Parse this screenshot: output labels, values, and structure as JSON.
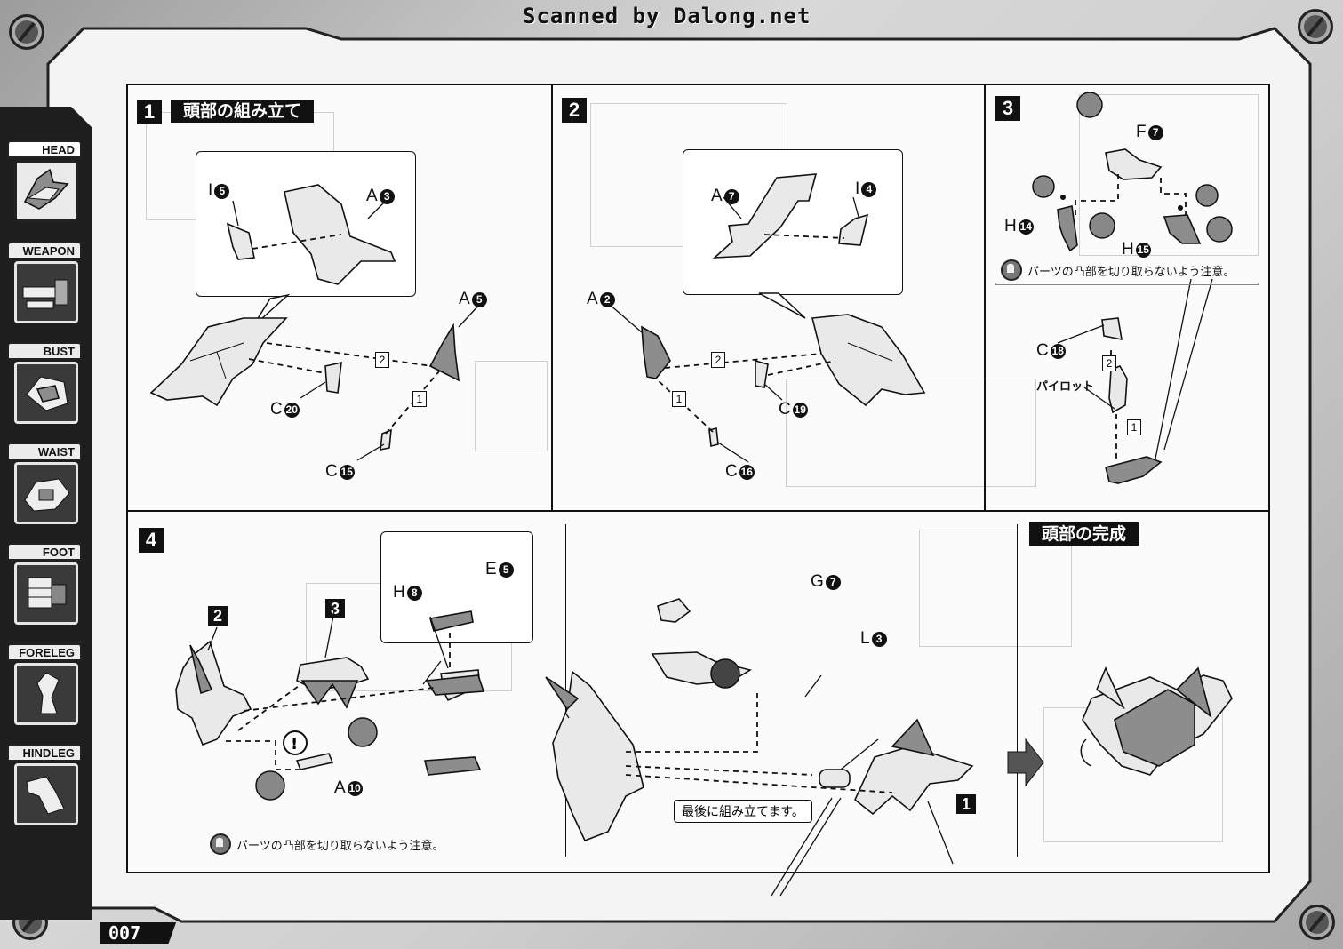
{
  "scan_credit": "Scanned by Dalong.net",
  "page_number": "007",
  "sidebar": {
    "tabs": [
      {
        "label": "HEAD",
        "icon": "head-icon",
        "active": true
      },
      {
        "label": "WEAPON",
        "icon": "weapon-icon",
        "active": false
      },
      {
        "label": "BUST",
        "icon": "bust-icon",
        "active": false
      },
      {
        "label": "WAIST",
        "icon": "waist-icon",
        "active": false
      },
      {
        "label": "FOOT",
        "icon": "foot-icon",
        "active": false
      },
      {
        "label": "FORELEG",
        "icon": "foreleg-icon",
        "active": false
      },
      {
        "label": "HINDLEG",
        "icon": "hindleg-icon",
        "active": false
      }
    ]
  },
  "steps": {
    "step1": {
      "number": "1",
      "title": "頭部の組み立て",
      "parts": [
        {
          "letter": "I",
          "num": "5"
        },
        {
          "letter": "A",
          "num": "3"
        },
        {
          "letter": "A",
          "num": "5"
        },
        {
          "letter": "C",
          "num": "20"
        },
        {
          "letter": "C",
          "num": "15"
        }
      ],
      "seq": [
        "2",
        "1"
      ]
    },
    "step2": {
      "number": "2",
      "parts": [
        {
          "letter": "A",
          "num": "7"
        },
        {
          "letter": "I",
          "num": "4"
        },
        {
          "letter": "A",
          "num": "2"
        },
        {
          "letter": "C",
          "num": "19"
        },
        {
          "letter": "C",
          "num": "16"
        }
      ],
      "seq": [
        "2",
        "1"
      ]
    },
    "step3": {
      "number": "3",
      "parts": [
        {
          "letter": "F",
          "num": "7"
        },
        {
          "letter": "H",
          "num": "14"
        },
        {
          "letter": "H",
          "num": "15"
        },
        {
          "letter": "C",
          "num": "18"
        }
      ],
      "note": "パーツの凸部を切り取らないよう注意。",
      "pilot_label": "パイロット",
      "seq": [
        "2",
        "1"
      ]
    },
    "step4": {
      "number": "4",
      "parts": [
        {
          "letter": "H",
          "num": "8"
        },
        {
          "letter": "E",
          "num": "5"
        },
        {
          "letter": "A",
          "num": "10"
        },
        {
          "letter": "G",
          "num": "7"
        },
        {
          "letter": "L",
          "num": "3"
        }
      ],
      "sub_refs": [
        "2",
        "3",
        "1"
      ],
      "note": "パーツの凸部を切り取らないよう注意。",
      "final_note": "最後に組み立てます。"
    },
    "complete": {
      "title": "頭部の完成"
    }
  }
}
